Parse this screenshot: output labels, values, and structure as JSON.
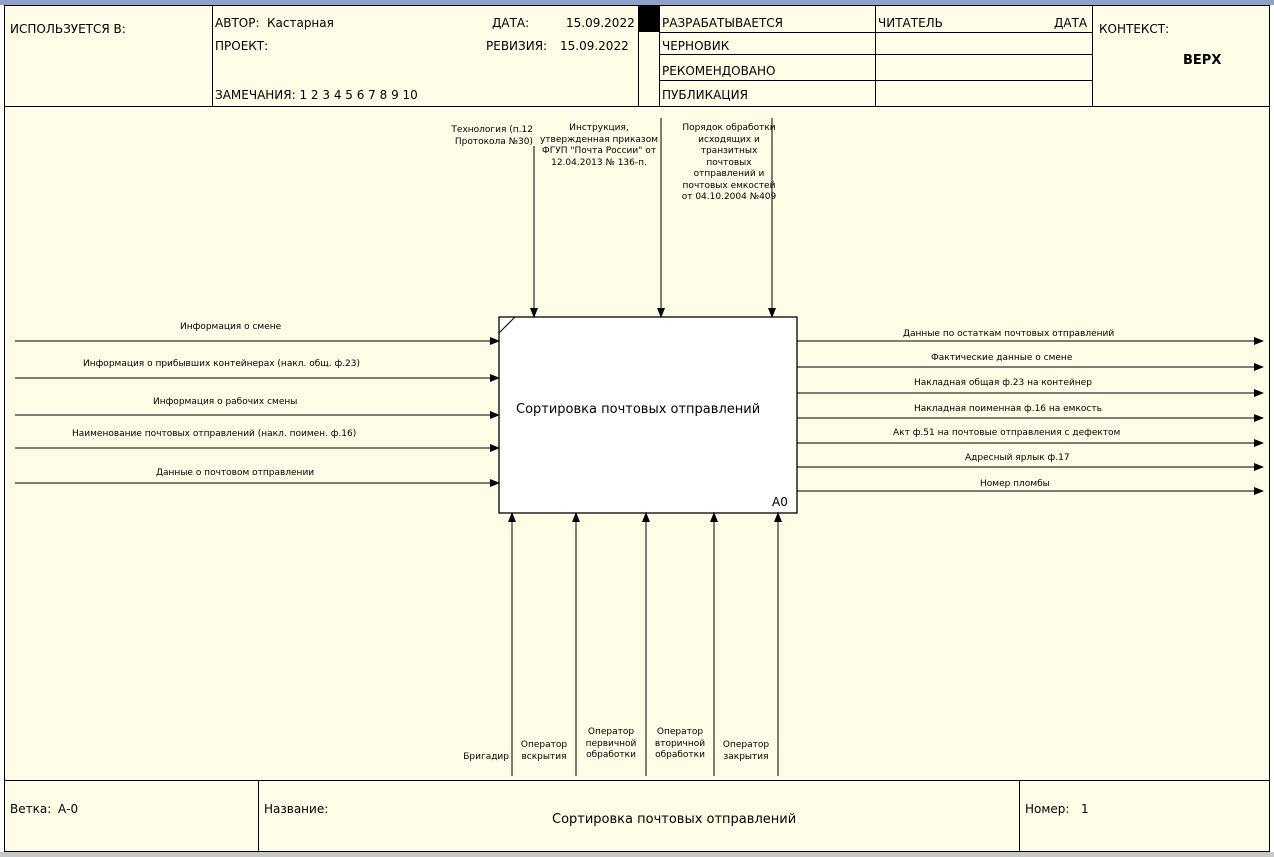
{
  "header": {
    "used_in": "ИСПОЛЬЗУЕТСЯ В:",
    "author_label": "АВТОР:",
    "author": "Кастарная",
    "project_label": "ПРОЕКТ:",
    "date_label": "ДАТА:",
    "date": "15.09.2022",
    "revision_label": "РЕВИЗИЯ:",
    "revision": "15.09.2022",
    "notes": "ЗАМЕЧАНИЯ:  1  2  3  4  5  6  7  8  9  10",
    "status_working": "РАЗРАБАТЫВАЕТСЯ",
    "status_draft": "ЧЕРНОВИК",
    "status_recommended": "РЕКОМЕНДОВАНО",
    "status_publication": "ПУБЛИКАЦИЯ",
    "reader": "ЧИТАТЕЛЬ",
    "reader_date": "ДАТА",
    "context": "КОНТЕКСТ:",
    "context_value": "ВЕРХ"
  },
  "diagram": {
    "box_title": "Сортировка почтовых отправлений",
    "box_number": "A0",
    "controls": [
      "Технология (п.12 Протокола №30)",
      "Инструкция, утвержденная приказом ФГУП \"Почта России\" от 12.04.2013 № 136-п.",
      "Порядок обработки исходящих и транзитных почтовых отправлений и почтовых емкостей от 04.10.2004 №409"
    ],
    "inputs": [
      "Информация о смене",
      "Информация о прибывших контейнерах (накл. общ. ф.23)",
      "Информация о рабочих смены",
      "Наименование почтовых отправлений (накл. поимен. ф.16)",
      "Данные о почтовом отправлении"
    ],
    "outputs": [
      "Данные по остаткам почтовых отправлений",
      "Фактические данные о смене",
      "Накладная общая ф.23 на контейнер",
      "Накладная поименная ф.16 на емкость",
      "Акт ф.51 на почтовые отправления с дефектом",
      "Адресный ярлык ф.17",
      "Номер пломбы"
    ],
    "mechanisms": [
      "Бригадир",
      "Оператор вскрытия",
      "Оператор первичной обработки",
      "Оператор вторичной обработки",
      "Оператор закрытия"
    ]
  },
  "footer": {
    "node_label": "Ветка:",
    "node": "А-0",
    "title_label": "Название:",
    "title": "Сортировка почтовых отправлений",
    "number_label": "Номер:",
    "number": "1"
  }
}
